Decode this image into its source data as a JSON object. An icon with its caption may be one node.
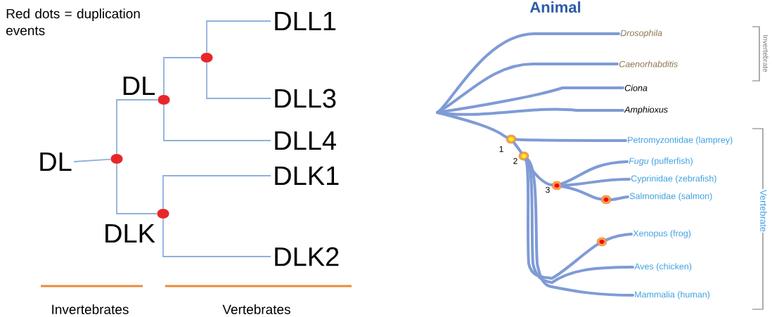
{
  "diagram": {
    "title": "Animal",
    "nodes": [
      {
        "text": [
          "DL"
        ]
      },
      {
        "text": [],
        "shape": "circle"
      },
      {
        "text": [],
        "shape": "circle",
        "beside": [
          "DL"
        ]
      },
      {
        "text": [],
        "shape": "circle"
      },
      {
        "text": [],
        "shape": "circle",
        "beside": [
          "DLK"
        ]
      },
      {
        "text": [
          "DLL1"
        ]
      },
      {
        "text": [
          "DLL3"
        ]
      },
      {
        "text": [
          "DLL4"
        ]
      },
      {
        "text": [
          "DLK1"
        ]
      },
      {
        "text": [
          "DLK2"
        ]
      },
      {
        "text": [
          "Drosophila"
        ]
      },
      {
        "text": [
          "Caenorhabditis"
        ]
      },
      {
        "text": [
          "Ciona"
        ]
      },
      {
        "text": [
          "Amphioxus"
        ]
      },
      {
        "text": [],
        "shape": "circle",
        "beside": [
          "1"
        ]
      },
      {
        "text": [
          "Petromyzontidae (lamprey)"
        ]
      },
      {
        "text": [],
        "shape": "circle",
        "beside": [
          "2"
        ]
      },
      {
        "text": [],
        "shape": "circle",
        "beside": [
          "3"
        ]
      },
      {
        "text": [
          "*Fugu* (pufferfish)"
        ]
      },
      {
        "text": [
          "Cyprinidae (zebrafish)"
        ]
      },
      {
        "text": [],
        "shape": "circle"
      },
      {
        "text": [
          "Salmonidae (salmon)"
        ]
      },
      {
        "text": [],
        "shape": "circle"
      },
      {
        "text": [
          "Xenopus (frog)"
        ]
      },
      {
        "text": [
          "Aves (chicken)"
        ]
      },
      {
        "text": [
          "Mammalia (human)"
        ]
      }
    ],
    "edges": [
      {
        "from": 0,
        "to": 1,
        "arrow": "none"
      },
      {
        "from": 1,
        "to": 2,
        "arrow": "none"
      },
      {
        "from": 1,
        "to": 4,
        "arrow": "none"
      },
      {
        "from": 2,
        "to": 3,
        "arrow": "none"
      },
      {
        "from": 3,
        "to": 5,
        "arrow": "none"
      },
      {
        "from": 3,
        "to": 6,
        "arrow": "none"
      },
      {
        "from": 2,
        "to": 7,
        "arrow": "none"
      },
      {
        "from": 4,
        "to": 8,
        "arrow": "none"
      },
      {
        "from": 4,
        "to": 9,
        "arrow": "none"
      },
      {
        "from": null,
        "to": 10,
        "arrow": "none"
      },
      {
        "from": null,
        "to": 11,
        "arrow": "none"
      },
      {
        "from": null,
        "to": 12,
        "arrow": "none"
      },
      {
        "from": null,
        "to": 13,
        "arrow": "none"
      },
      {
        "from": null,
        "to": 14,
        "arrow": "none"
      },
      {
        "from": 14,
        "to": 15,
        "arrow": "none"
      },
      {
        "from": 14,
        "to": 16,
        "arrow": "none"
      },
      {
        "from": 16,
        "to": 17,
        "arrow": "none"
      },
      {
        "from": 17,
        "to": 18,
        "arrow": "none"
      },
      {
        "from": 17,
        "to": 19,
        "arrow": "none"
      },
      {
        "from": 17,
        "to": 20,
        "arrow": "none"
      },
      {
        "from": 20,
        "to": 21,
        "arrow": "none"
      },
      {
        "from": 16,
        "to": 22,
        "arrow": "none"
      },
      {
        "from": 22,
        "to": 23,
        "arrow": "none"
      },
      {
        "from": 16,
        "to": 24,
        "arrow": "none"
      },
      {
        "from": 16,
        "to": 25,
        "arrow": "none"
      }
    ],
    "labels": [
      "Red dots = duplication events",
      "Invertebrates",
      "Vertebrates",
      "Invertebrate",
      "Vertebrate"
    ]
  }
}
